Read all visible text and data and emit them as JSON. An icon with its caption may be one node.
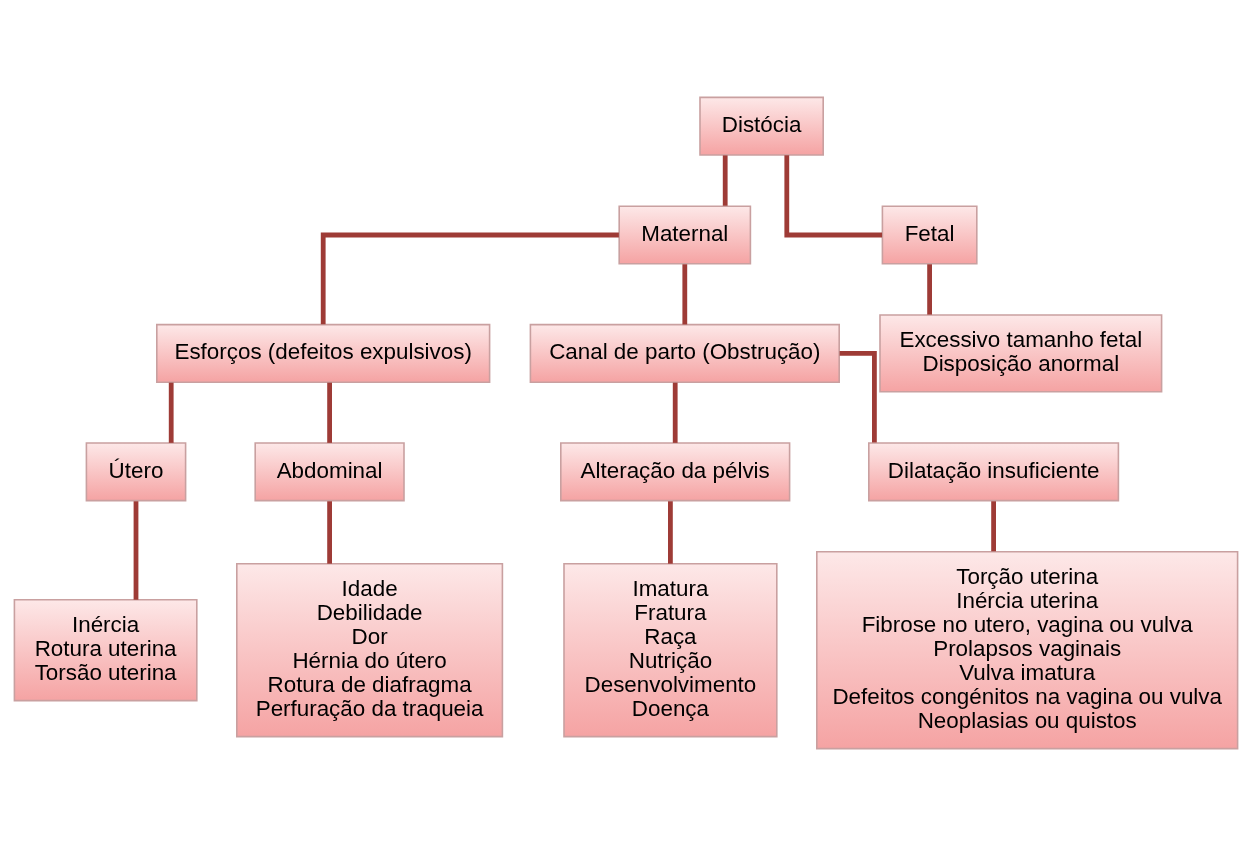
{
  "diagram": {
    "nodes": [
      {
        "text": [
          "Distócia"
        ]
      },
      {
        "text": [
          "Maternal"
        ]
      },
      {
        "text": [
          "Fetal"
        ]
      },
      {
        "text": [
          "Esforços (defeitos expulsivos)"
        ]
      },
      {
        "text": [
          "Canal de parto (Obstrução)"
        ]
      },
      {
        "text": [
          "Excessivo tamanho fetal",
          "Disposição anormal"
        ]
      },
      {
        "text": [
          "Útero"
        ]
      },
      {
        "text": [
          "Abdominal"
        ]
      },
      {
        "text": [
          "Alteração da pélvis"
        ]
      },
      {
        "text": [
          "Dilatação insuficiente"
        ]
      },
      {
        "text": [
          "Inércia",
          "Rotura uterina",
          "Torsão uterina"
        ]
      },
      {
        "text": [
          "Idade",
          "Debilidade",
          "Dor",
          "Hérnia do útero",
          "Rotura de diafragma",
          "Perfuração da traqueia"
        ]
      },
      {
        "text": [
          "Imatura",
          "Fratura",
          "Raça",
          "Nutrição",
          "Desenvolvimento",
          "Doença"
        ]
      },
      {
        "text": [
          "Torção uterina",
          "Inércia uterina",
          "Fibrose no utero, vagina ou vulva",
          "Prolapsos vaginais",
          "Vulva imatura",
          "Defeitos congénitos na vagina ou vulva",
          "Neoplasias ou quistos"
        ]
      }
    ],
    "edges": [
      {
        "from": 0,
        "to": 1,
        "arrow": "none"
      },
      {
        "from": 0,
        "to": 2,
        "arrow": "none"
      },
      {
        "from": 1,
        "to": 3,
        "arrow": "none"
      },
      {
        "from": 1,
        "to": 4,
        "arrow": "none"
      },
      {
        "from": 2,
        "to": 5,
        "arrow": "none"
      },
      {
        "from": 3,
        "to": 6,
        "arrow": "none"
      },
      {
        "from": 3,
        "to": 7,
        "arrow": "none"
      },
      {
        "from": 4,
        "to": 8,
        "arrow": "none"
      },
      {
        "from": 4,
        "to": 9,
        "arrow": "none"
      },
      {
        "from": 6,
        "to": 10,
        "arrow": "none"
      },
      {
        "from": 7,
        "to": 11,
        "arrow": "none"
      },
      {
        "from": 8,
        "to": 12,
        "arrow": "none"
      },
      {
        "from": 9,
        "to": 13,
        "arrow": "none"
      }
    ]
  }
}
